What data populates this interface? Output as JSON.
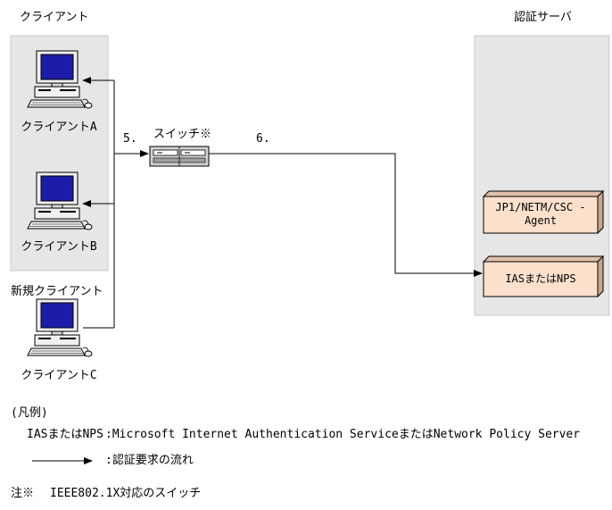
{
  "groups": {
    "clients_title": "クライアント",
    "server_title": "認証サーバ"
  },
  "clients": [
    {
      "label": "クライアントA"
    },
    {
      "label": "クライアントB"
    },
    {
      "label": "クライアントC",
      "group_label": "新規クライアント"
    }
  ],
  "switch": {
    "label": "スイッチ※"
  },
  "steps": {
    "to_switch": "5.",
    "to_server": "6."
  },
  "server_components": [
    {
      "label_line1": "JP1/NETM/CSC -",
      "label_line2": "Agent"
    },
    {
      "label_line1": "IASまたはNPS",
      "label_line2": ""
    }
  ],
  "legend": {
    "title": "(凡例)",
    "abbr_term": "IASまたはNPS",
    "abbr_def": ":Microsoft Internet Authentication ServiceまたはNetwork Policy Server",
    "arrow_def": ":認証要求の流れ"
  },
  "note": {
    "marker": "注※",
    "text": "IEEE802.1X対応のスイッチ"
  },
  "colors": {
    "group_bg": "#e6e6e6",
    "group_border": "#c8c8c8",
    "component_fill": "#fbe0cc",
    "component_side": "#e0bfa8",
    "screen_blue": "#1c1ca8",
    "monitor_body": "#f0f0f0"
  }
}
